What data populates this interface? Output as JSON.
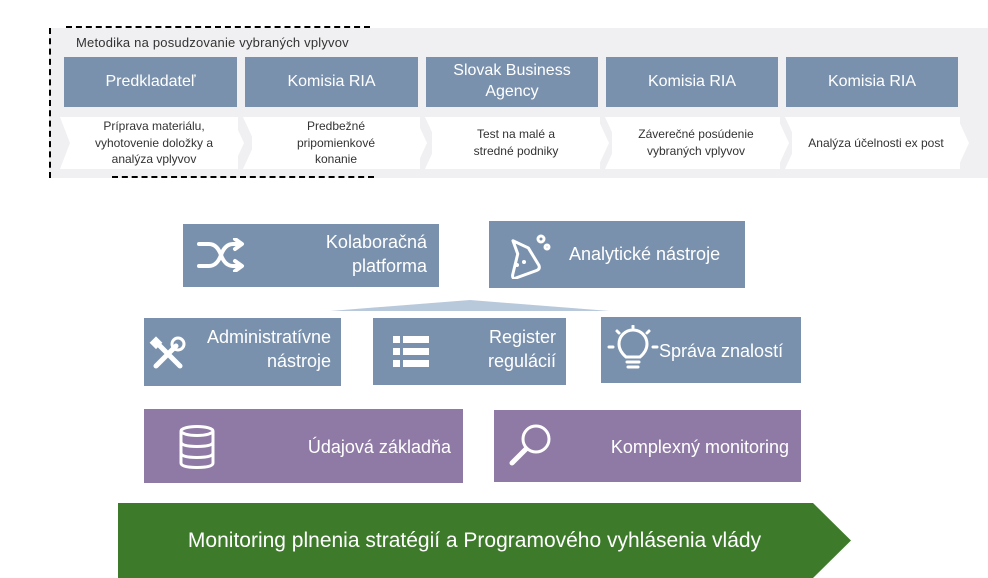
{
  "methodology": {
    "title": "Metodika na posudzovanie vybraných vplyvov",
    "steps": [
      {
        "actor": "Predkladateľ",
        "lines": [
          "Príprava materiálu,",
          "vyhotovenie doložky a",
          "analýza vplyvov"
        ]
      },
      {
        "actor": "Komisia RIA",
        "lines": [
          "Predbežné",
          "pripomienkové",
          "konanie"
        ]
      },
      {
        "actor": "Slovak Business Agency",
        "actor_lines": [
          "Slovak Business",
          "Agency"
        ],
        "lines": [
          "Test na malé a",
          "stredné podniky"
        ]
      },
      {
        "actor": "Komisia RIA",
        "lines": [
          "Záverečné posúdenie",
          "vybraných vplyvov"
        ]
      },
      {
        "actor": "Komisia RIA",
        "lines": [
          "Analýza účelnosti ex post"
        ]
      }
    ]
  },
  "platform": {
    "top": [
      {
        "label_lines": [
          "Kolaboračná",
          "platforma"
        ],
        "icon": "shuffle-icon"
      },
      {
        "label": "Analytické nástroje",
        "icon": "flask-icon"
      }
    ],
    "middle": [
      {
        "label_lines": [
          "Administratívne",
          "nástroje"
        ],
        "icon": "tools-icon"
      },
      {
        "label_lines": [
          "Register",
          "regulácií"
        ],
        "icon": "list-icon"
      },
      {
        "label": "Správa znalostí",
        "icon": "lightbulb-icon"
      }
    ],
    "bottom": [
      {
        "label": "Údajová základňa",
        "icon": "database-icon"
      },
      {
        "label": "Komplexný monitoring",
        "icon": "magnifier-icon"
      }
    ]
  },
  "banner": {
    "label": "Monitoring plnenia stratégií a Programového vyhlásenia vlády"
  },
  "colors": {
    "actor_blue": "#7a91ad",
    "panel_gray": "#f0f0f2",
    "purple": "#8e7aa4",
    "banner_green": "#3d7b2a"
  }
}
